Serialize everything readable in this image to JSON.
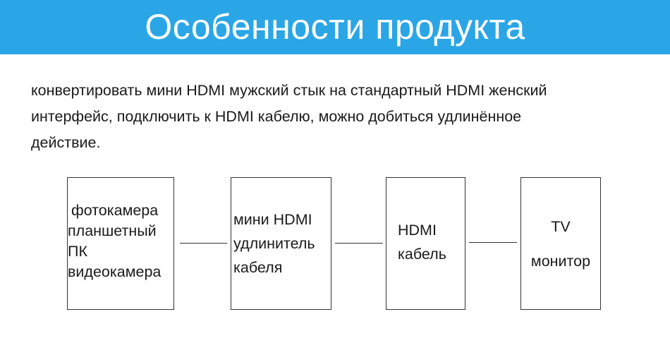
{
  "header": {
    "title": "Особенности продукта",
    "background_color": "#2aa6e6"
  },
  "description": {
    "lines": [
      "конвертировать мини HDMI мужский стык на стандартный HDMI женский",
      "интерфейс, подключить к HDMI кабелю, можно добиться удлинённое",
      "действие."
    ]
  },
  "diagram": {
    "boxes": [
      {
        "lines": [
          "фотокамера",
          "планшетный",
          "ПК",
          "видеокамера"
        ]
      },
      {
        "lines": [
          "мини HDMI",
          "удлинитель",
          "кабеля"
        ]
      },
      {
        "lines": [
          "HDMI",
          "кабель"
        ]
      },
      {
        "lines": [
          "TV",
          "монитор"
        ]
      }
    ]
  }
}
